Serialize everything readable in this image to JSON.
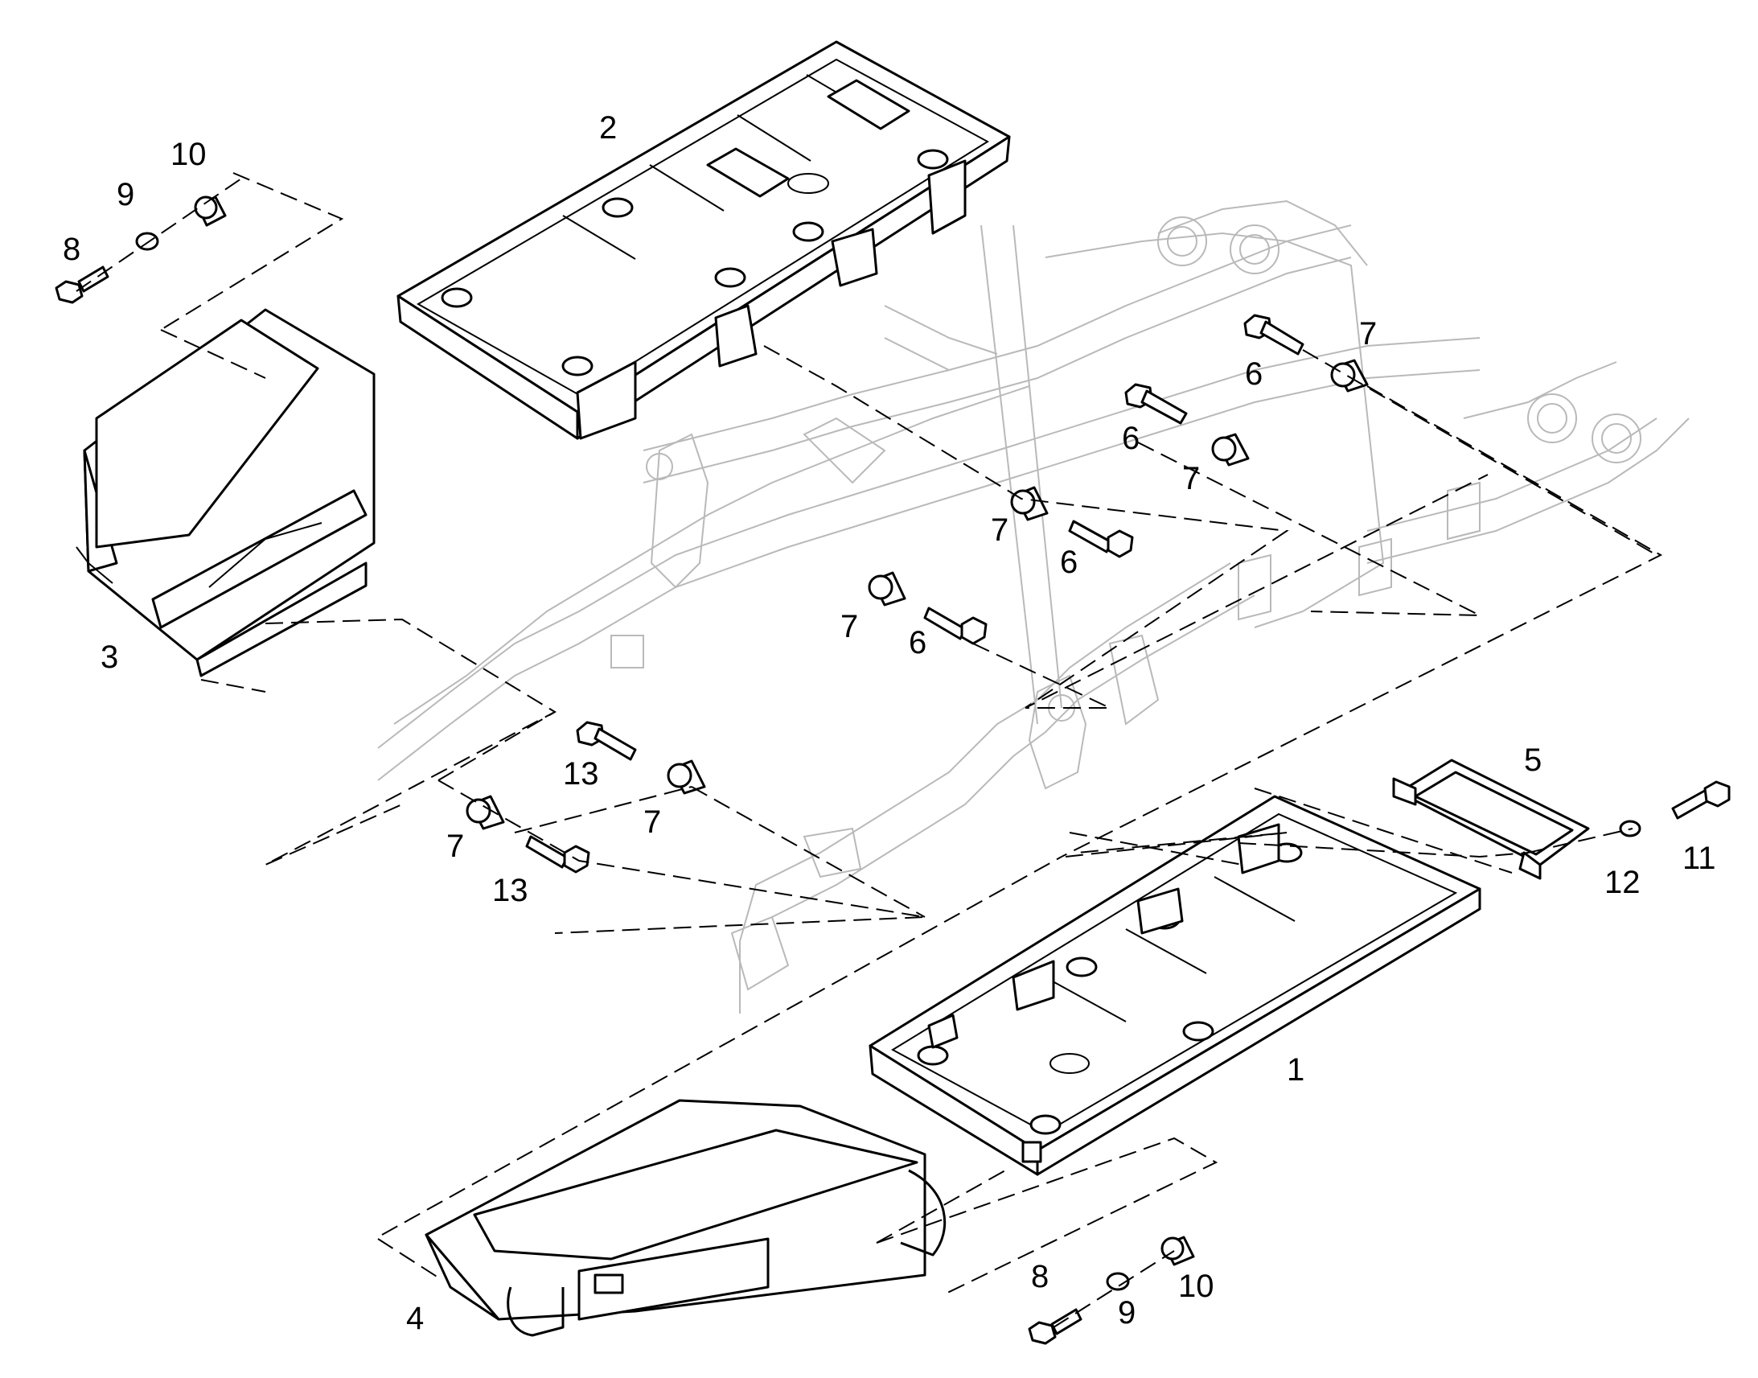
{
  "callouts": [
    {
      "id": "callout-1",
      "text": "1"
    },
    {
      "id": "callout-2",
      "text": "2"
    },
    {
      "id": "callout-3",
      "text": "3"
    },
    {
      "id": "callout-4",
      "text": "4"
    },
    {
      "id": "callout-5",
      "text": "5"
    },
    {
      "id": "callout-6a",
      "text": "6"
    },
    {
      "id": "callout-6b",
      "text": "6"
    },
    {
      "id": "callout-6c",
      "text": "6"
    },
    {
      "id": "callout-6d",
      "text": "6"
    },
    {
      "id": "callout-7a",
      "text": "7"
    },
    {
      "id": "callout-7b",
      "text": "7"
    },
    {
      "id": "callout-7c",
      "text": "7"
    },
    {
      "id": "callout-7d",
      "text": "7"
    },
    {
      "id": "callout-7e",
      "text": "7"
    },
    {
      "id": "callout-7f",
      "text": "7"
    },
    {
      "id": "callout-8a",
      "text": "8"
    },
    {
      "id": "callout-8b",
      "text": "8"
    },
    {
      "id": "callout-9a",
      "text": "9"
    },
    {
      "id": "callout-9b",
      "text": "9"
    },
    {
      "id": "callout-10a",
      "text": "10"
    },
    {
      "id": "callout-10b",
      "text": "10"
    },
    {
      "id": "callout-11",
      "text": "11"
    },
    {
      "id": "callout-12",
      "text": "12"
    },
    {
      "id": "callout-13a",
      "text": "13"
    },
    {
      "id": "callout-13b",
      "text": "13"
    }
  ]
}
